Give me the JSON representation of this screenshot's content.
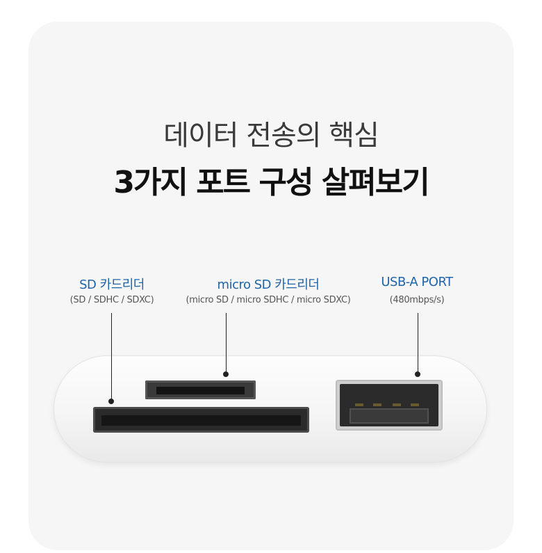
{
  "heading": {
    "line1": "데이터 전송의 핵심",
    "line2": "3가지 포트 구성 살펴보기"
  },
  "ports": [
    {
      "label": "SD 카드리더",
      "sub": "(SD / SDHC / SDXC)"
    },
    {
      "label": "micro SD 카드리더",
      "sub": "(micro SD / micro SDHC / micro SDXC)"
    },
    {
      "label": "USB-A PORT",
      "sub": "(480mbps/s)"
    }
  ],
  "colors": {
    "label_blue": "#1e64a8",
    "card_bg": "#f6f6f6",
    "title_dark": "#111111"
  }
}
